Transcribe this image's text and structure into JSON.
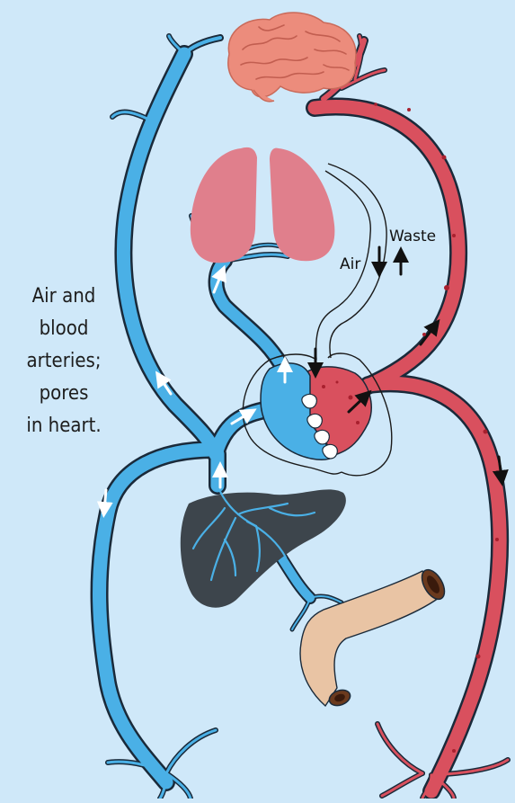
{
  "caption": {
    "line1": "Air and",
    "line2": "blood",
    "line3": "arteries;",
    "line4": "pores",
    "line5": "in heart."
  },
  "labels": {
    "air": "Air",
    "waste": "Waste"
  },
  "colors": {
    "background": "#cfe8f9",
    "vein_blue": "#4ab0e6",
    "artery_red": "#d9505e",
    "lungs": "#e07f8c",
    "brain": "#ec8c7c",
    "liver": "#3d454c",
    "intestine": "#e9c4a4",
    "outline": "#1a2a3a"
  }
}
